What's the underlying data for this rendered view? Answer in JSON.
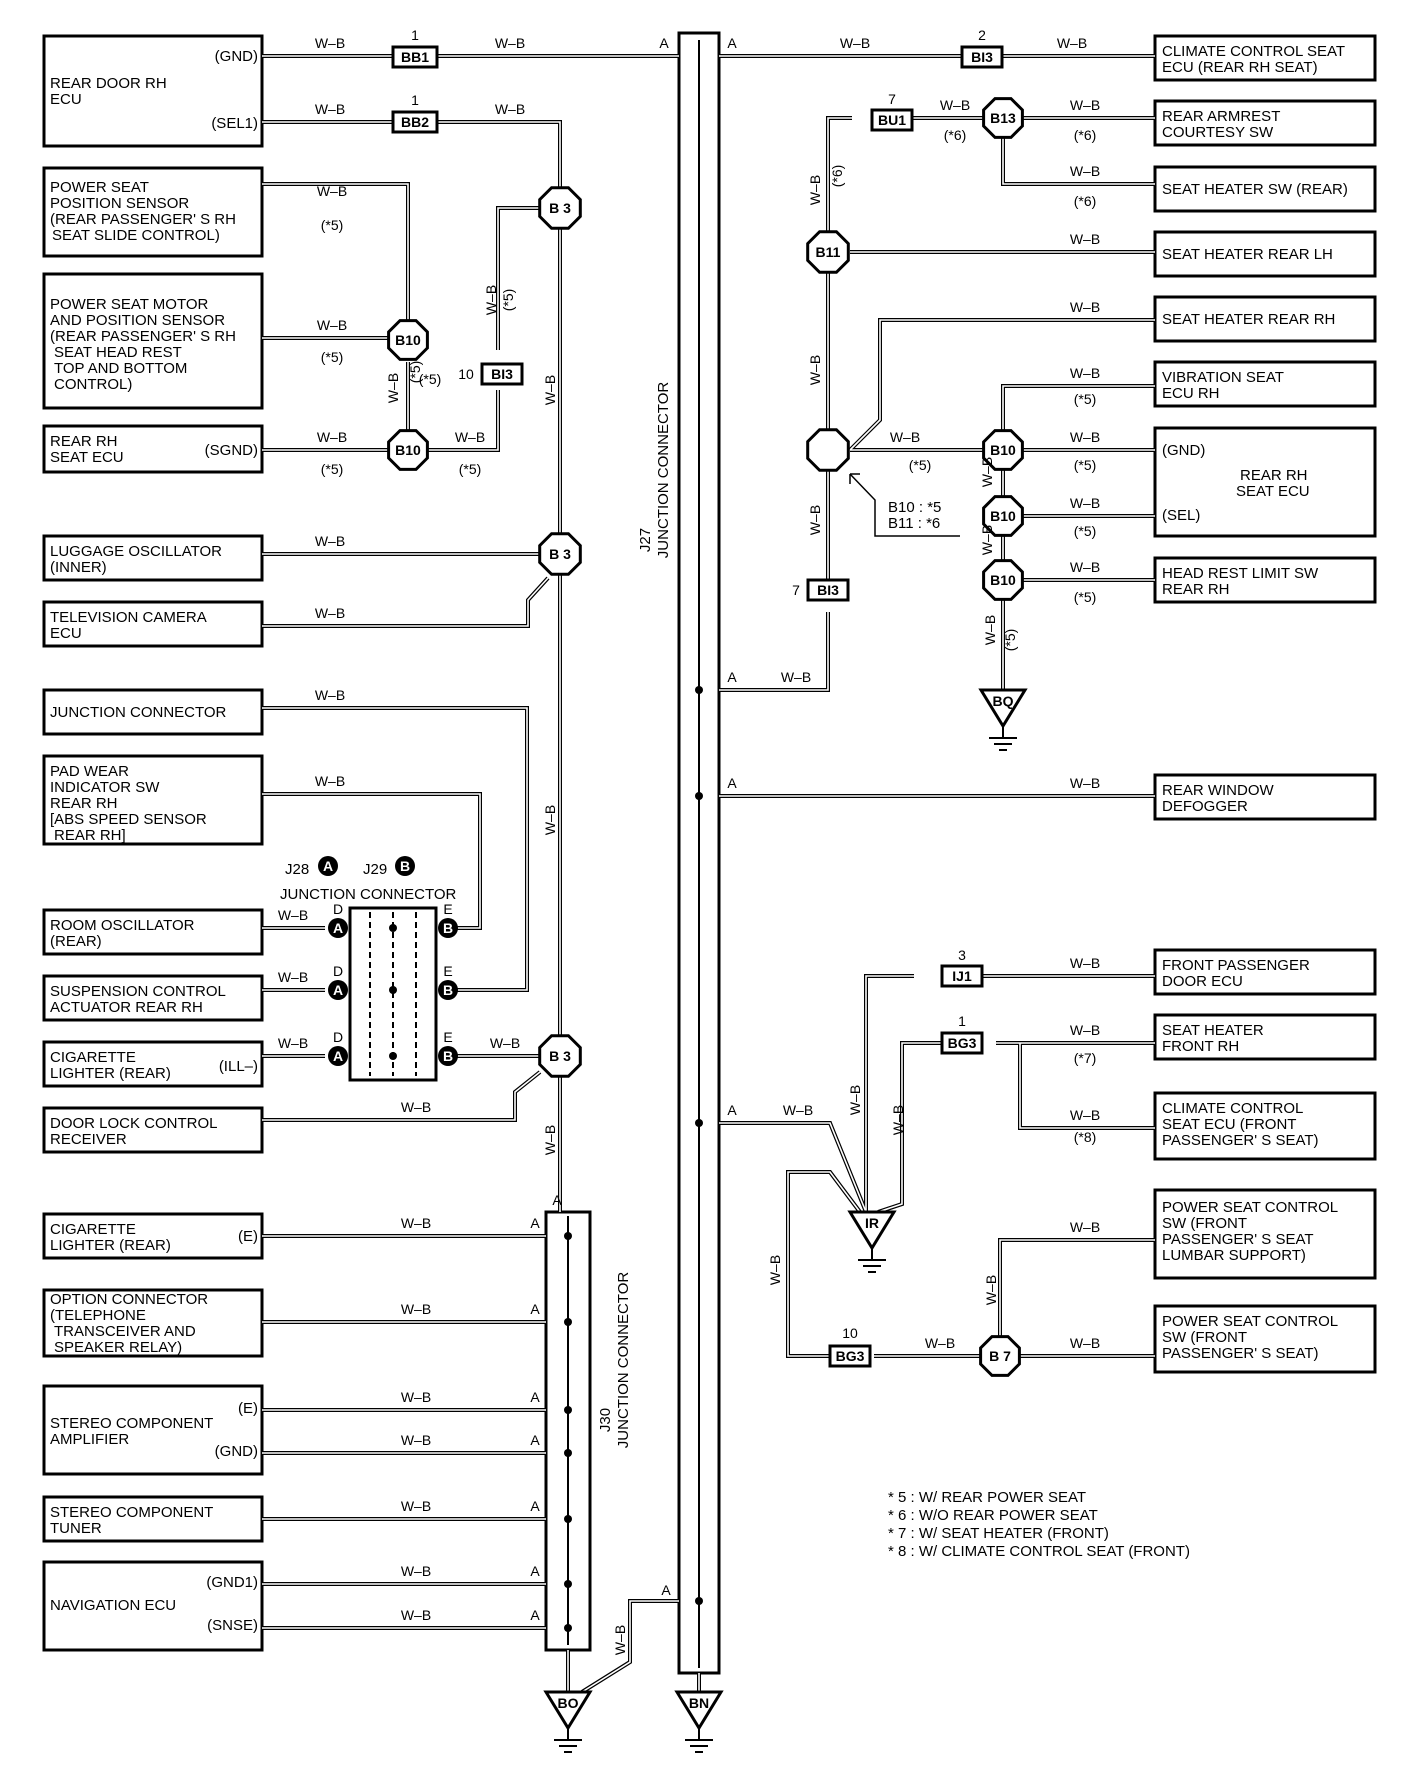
{
  "wire_color": "W–B",
  "left_components": [
    {
      "id": "rear-door-rh-ecu",
      "lines": [
        "REAR DOOR RH",
        "ECU"
      ],
      "pins": [
        "(GND)",
        "(SEL1)"
      ]
    },
    {
      "id": "power-seat-position-sensor",
      "lines": [
        "POWER SEAT",
        "POSITION SENSOR",
        "(REAR PASSENGER' S RH",
        "SEAT SLIDE CONTROL)"
      ],
      "pins": []
    },
    {
      "id": "power-seat-motor-position-sensor",
      "lines": [
        "POWER SEAT MOTOR",
        "AND POSITION SENSOR",
        "(REAR PASSENGER' S RH",
        "SEAT HEAD REST",
        "TOP AND BOTTOM",
        "CONTROL)"
      ],
      "pins": []
    },
    {
      "id": "rear-rh-seat-ecu-left",
      "lines": [
        "REAR RH",
        "SEAT ECU"
      ],
      "pins": [
        "(SGND)"
      ]
    },
    {
      "id": "luggage-oscillator",
      "lines": [
        "LUGGAGE OSCILLATOR",
        "(INNER)"
      ],
      "pins": []
    },
    {
      "id": "television-camera-ecu",
      "lines": [
        "TELEVISION CAMERA",
        "ECU"
      ],
      "pins": []
    },
    {
      "id": "junction-connector-box",
      "lines": [
        "JUNCTION CONNECTOR"
      ],
      "pins": []
    },
    {
      "id": "pad-wear-indicator",
      "lines": [
        "PAD WEAR",
        "INDICATOR SW",
        "REAR RH",
        "[ABS SPEED SENSOR",
        "REAR RH]"
      ],
      "pins": []
    },
    {
      "id": "room-oscillator",
      "lines": [
        "ROOM OSCILLATOR",
        "(REAR)"
      ],
      "pins": []
    },
    {
      "id": "suspension-control-actuator",
      "lines": [
        "SUSPENSION CONTROL",
        "ACTUATOR REAR RH"
      ],
      "pins": []
    },
    {
      "id": "cigarette-lighter-ill",
      "lines": [
        "CIGARETTE",
        "LIGHTER (REAR)"
      ],
      "pins": [
        "(ILL–)"
      ]
    },
    {
      "id": "door-lock-control-receiver",
      "lines": [
        "DOOR LOCK CONTROL",
        "RECEIVER"
      ],
      "pins": []
    },
    {
      "id": "cigarette-lighter-e",
      "lines": [
        "CIGARETTE",
        "LIGHTER (REAR)"
      ],
      "pins": [
        "(E)"
      ]
    },
    {
      "id": "option-connector",
      "lines": [
        "OPTION CONNECTOR",
        "(TELEPHONE",
        "TRANSCEIVER AND",
        "SPEAKER RELAY)"
      ],
      "pins": []
    },
    {
      "id": "stereo-component-amplifier",
      "lines": [
        "STEREO COMPONENT",
        "AMPLIFIER"
      ],
      "pins": [
        "(E)",
        "(GND)"
      ]
    },
    {
      "id": "stereo-component-tuner",
      "lines": [
        "STEREO COMPONENT",
        "TUNER"
      ],
      "pins": []
    },
    {
      "id": "navigation-ecu",
      "lines": [
        "NAVIGATION ECU"
      ],
      "pins": [
        "(GND1)",
        "(SNSE)"
      ]
    }
  ],
  "right_components": [
    {
      "id": "climate-control-seat-ecu-rear",
      "lines": [
        "CLIMATE CONTROL SEAT",
        "ECU (REAR RH SEAT)"
      ]
    },
    {
      "id": "rear-armrest-courtesy-sw",
      "lines": [
        "REAR ARMREST",
        "COURTESY SW"
      ]
    },
    {
      "id": "seat-heater-sw-rear",
      "lines": [
        "SEAT HEATER SW (REAR)"
      ]
    },
    {
      "id": "seat-heater-rear-lh",
      "lines": [
        "SEAT HEATER REAR LH"
      ]
    },
    {
      "id": "seat-heater-rear-rh",
      "lines": [
        "SEAT HEATER REAR RH"
      ]
    },
    {
      "id": "vibration-seat-ecu-rh",
      "lines": [
        "VIBRATION SEAT",
        "ECU RH"
      ]
    },
    {
      "id": "rear-rh-seat-ecu-right",
      "lines": [
        "REAR RH",
        "SEAT ECU"
      ],
      "pins": [
        "(GND)",
        "(SEL)"
      ]
    },
    {
      "id": "head-rest-limit-sw",
      "lines": [
        "HEAD REST LIMIT SW",
        "REAR RH"
      ]
    },
    {
      "id": "rear-window-defogger",
      "lines": [
        "REAR WINDOW",
        "DEFOGGER"
      ]
    },
    {
      "id": "front-passenger-door-ecu",
      "lines": [
        "FRONT PASSENGER",
        "DOOR ECU"
      ]
    },
    {
      "id": "seat-heater-front-rh",
      "lines": [
        "SEAT HEATER",
        "FRONT RH"
      ]
    },
    {
      "id": "climate-control-seat-ecu-front",
      "lines": [
        "CLIMATE CONTROL",
        "SEAT ECU (FRONT",
        "PASSENGER' S SEAT)"
      ]
    },
    {
      "id": "power-seat-control-sw-lumbar",
      "lines": [
        "POWER SEAT CONTROL",
        "SW (FRONT",
        "PASSENGER' S SEAT",
        "LUMBAR SUPPORT)"
      ]
    },
    {
      "id": "power-seat-control-sw-front",
      "lines": [
        "POWER SEAT CONTROL",
        "SW (FRONT",
        "PASSENGER' S SEAT)"
      ]
    }
  ],
  "connectors": {
    "BB1": "BB1",
    "BB2": "BB2",
    "BI3": "BI3",
    "BU1": "BU1",
    "IJ1": "IJ1",
    "BG3": "BG3",
    "B3": "B 3",
    "B10": "B10",
    "B11": "B11",
    "B13": "B13",
    "B7": "B 7"
  },
  "pin_numbers": {
    "bb1": "1",
    "bb2": "1",
    "bi3_top": "2",
    "bi3_mid": "10",
    "bi3_low": "7",
    "bu1": "7",
    "ij1": "3",
    "bg3_top": "1",
    "bg3_low": "10"
  },
  "notes": {
    "s5": "(*5)",
    "s6": "(*6)",
    "s7": "(*7)",
    "s8": "(*8)",
    "n6": "(*6)"
  },
  "junctions": {
    "j27": "J27",
    "j27_name": "JUNCTION CONNECTOR",
    "j30": "J30",
    "j30_name": "JUNCTION CONNECTOR",
    "j28j29_a": "J28",
    "j28j29_b": "J29",
    "j28j29_name": "JUNCTION CONNECTOR",
    "letter_a": "A",
    "letter_b": "B",
    "letter_d": "D",
    "letter_e": "E"
  },
  "grounds": {
    "bq": "BQ",
    "bo": "BO",
    "bn": "BN",
    "ir": "IR"
  },
  "callout": {
    "line1": "B10 : *5",
    "line2": "B11 : *6"
  },
  "legend": [
    "* 5 : W/ REAR POWER SEAT",
    "* 6 : W/O REAR POWER SEAT",
    "* 7 : W/ SEAT HEATER (FRONT)",
    "* 8 : W/ CLIMATE CONTROL SEAT (FRONT)"
  ]
}
